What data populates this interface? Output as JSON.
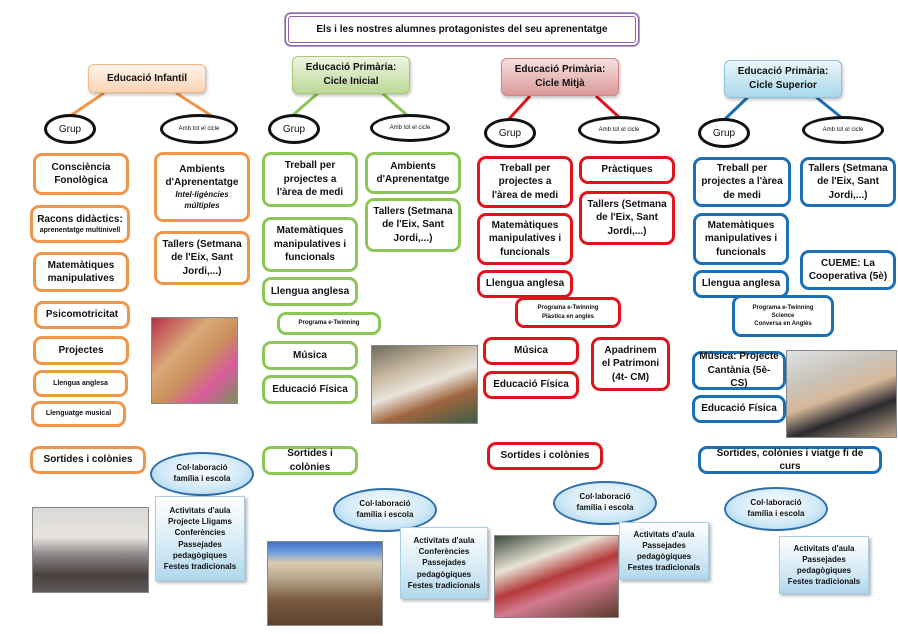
{
  "title": "Els i les nostres alumnes protagonistes del seu aprenentatge",
  "colors": {
    "infantil": "#f0954a",
    "inicial": "#8cc657",
    "mitja": "#e3131b",
    "superior": "#1a6fb5",
    "title_border": "#8a64ad"
  },
  "group_label": "Grup",
  "cycle_label": "Amb tot el cicle",
  "collab_label": "Col·laboració\nfamília i escola",
  "columns": {
    "infantil": {
      "heading": "Educació Infantil",
      "group_items": [
        "Consciència\nFonològica",
        "Racons didàctics:",
        "aprenentatge multinivell",
        "Matemàtiques\nmanipulatives",
        "Psicomotricitat",
        "Projectes",
        "Llengua anglesa",
        "Llenguatge musical"
      ],
      "cycle_items": [
        "Ambients\nd'Aprenentatge",
        "Intel·ligències\nmúltiples",
        "Tallers (Setmana\nde l'Eix, Sant\nJordi,...)"
      ],
      "outings": "Sortides i colònies",
      "activities": "Activitats d'aula\nProjecte Lligams\nConferències\nPassejades\npedagògiques\nFestes tradicionals",
      "photo_alt": "children-sorting-crayons-photo",
      "photo2_alt": "children-circle-classroom-photo"
    },
    "inicial": {
      "heading": "Educació Primària:\nCicle Inicial",
      "group_items": [
        "Treball per\nprojectes a\nl'àrea de medi",
        "Matemàtiques\nmanipulatives i\nfuncionals",
        "Llengua anglesa",
        "Programa e-Twinning",
        "Música",
        "Educació Física"
      ],
      "cycle_items": [
        "Ambients\nd'Aprenentatge",
        "Tallers (Setmana\nde l'Eix, Sant\nJordi,...)"
      ],
      "outings": "Sortides i colònies",
      "activities": "Activitats d'aula\nConferències\nPassejades\npedagògiques\nFestes tradicionals"
    },
    "mitja": {
      "heading": "Educació Primària:\nCicle Mitjà",
      "group_items": [
        "Treball per\nprojectes a\nl'àrea de medi",
        "Matemàtiques\nmanipulatives i\nfuncionals",
        "Llengua anglesa",
        "Programa e-Twinning\nPlàstica en anglès",
        "Música",
        "Educació Física"
      ],
      "cycle_items": [
        "Pràctiques",
        "Tallers (Setmana\nde l'Eix, Sant\nJordi,...)",
        "Apadrinem\nel Patrimoni\n(4t- CM)"
      ],
      "outings": "Sortides i colònies",
      "activities": "Activitats d'aula\nPassejades\npedagògiques\nFestes tradicionals"
    },
    "superior": {
      "heading": "Educació Primària:\nCicle Superior",
      "group_items": [
        "Treball per\nprojectes a l'àrea\nde medi",
        "Matemàtiques\nmanipulatives i\nfuncionals",
        "Llengua anglesa",
        "Programa e-Twinning\nScience\nConversa en Anglès",
        "Música: Projecte\nCantània (5è- CS)",
        "Educació Física"
      ],
      "cycle_items": [
        "Tallers (Setmana\nde l'Eix, Sant\nJordi,...)",
        "CUEME: La\nCooperativa (5è)"
      ],
      "outings": "Sortides, colònies i viatge fi de curs",
      "activities": "Activitats d'aula\nPassejades\npedagògiques\nFestes tradicionals"
    }
  }
}
